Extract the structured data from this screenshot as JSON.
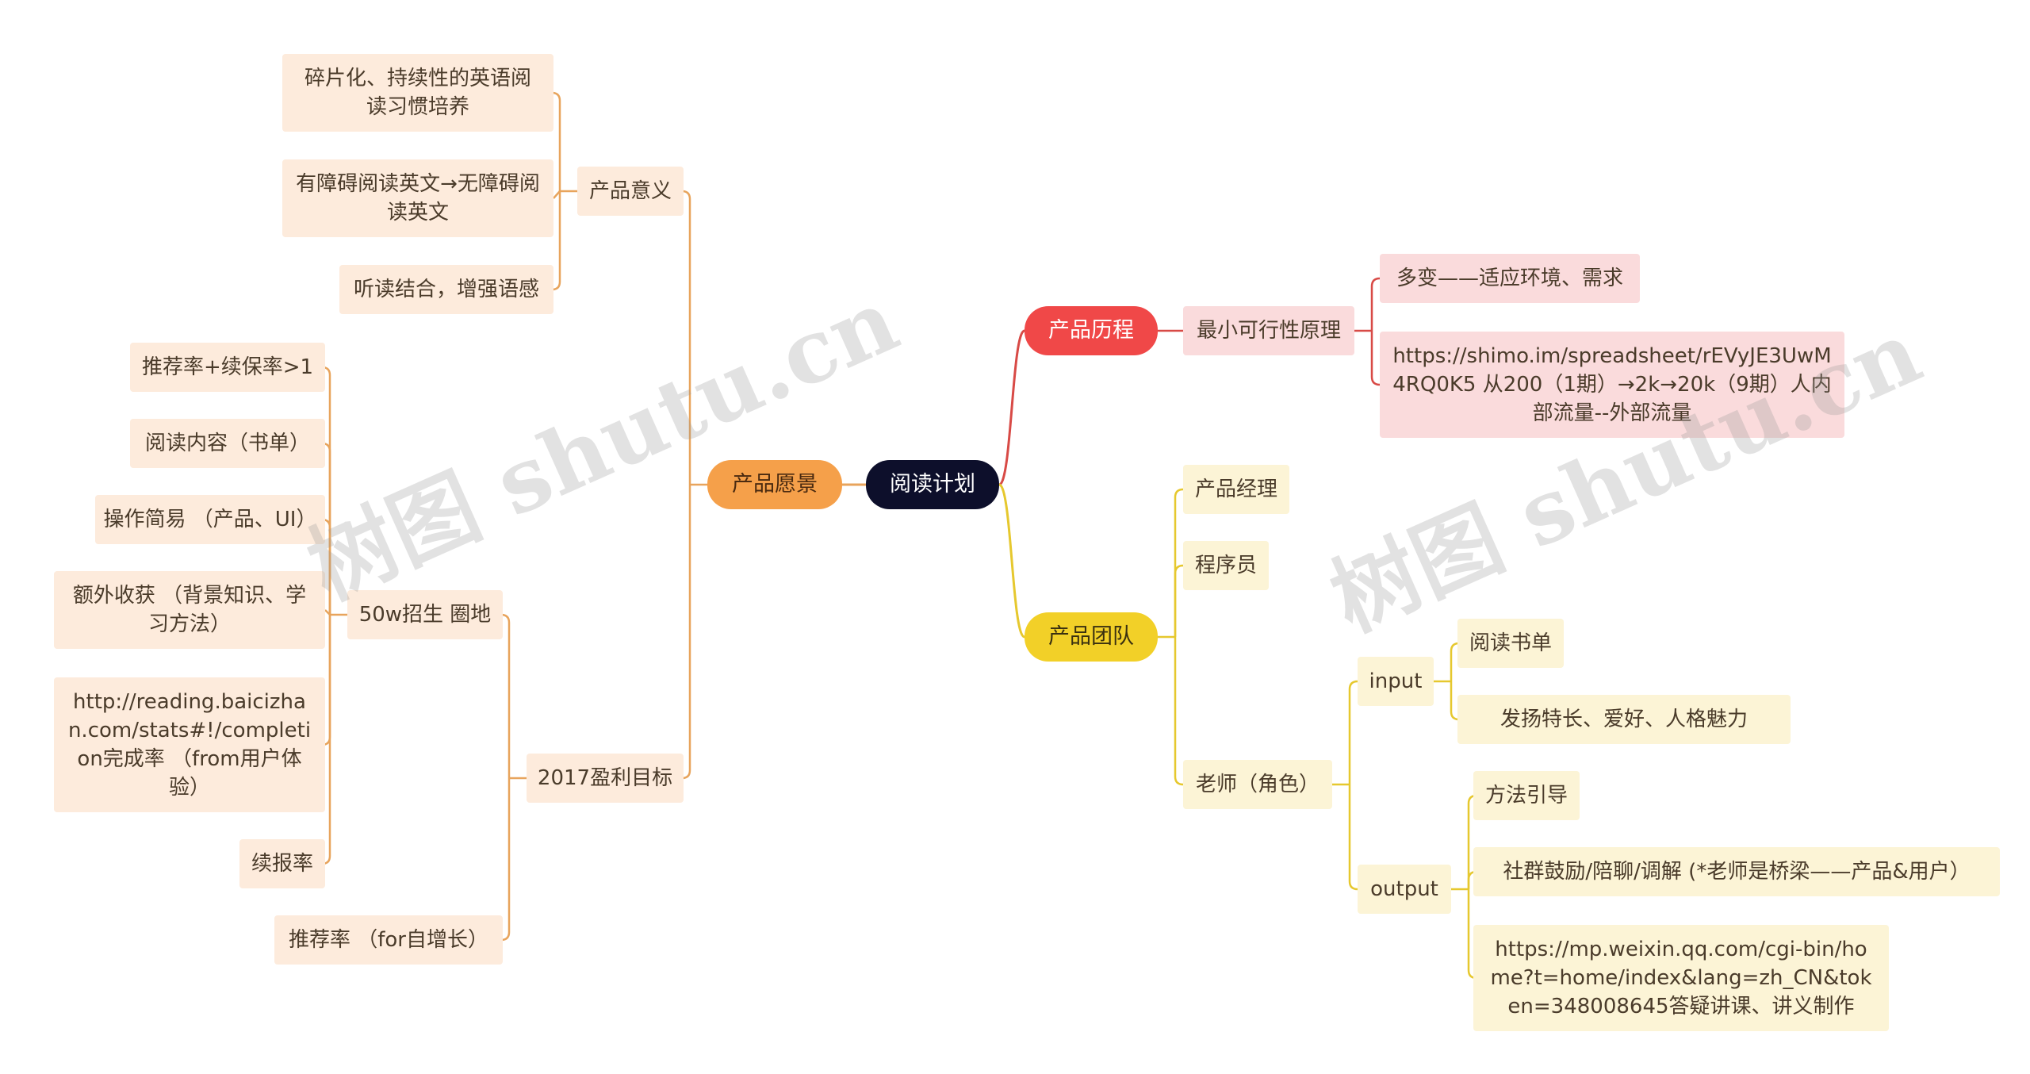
{
  "root": {
    "label": "阅读计划"
  },
  "branches": {
    "vision": {
      "label": "产品愿景",
      "meaning": {
        "label": "产品意义",
        "items": [
          "碎片化、持续性的英语阅读习惯培养",
          "有障碍阅读英文→无障碍阅读英文",
          "听读结合，增强语感"
        ]
      },
      "profit": {
        "label": "2017盈利目标",
        "enroll": {
          "label": "50w招生 圈地",
          "items": [
            "推荐率+续保率>1",
            "阅读内容（书单）",
            "操作简易 （产品、UI）",
            "额外收获 （背景知识、学习方法）",
            "http://reading.baicizhan.com/stats#!/completion完成率 （from用户体验）",
            "续报率"
          ]
        },
        "recommend": "推荐率 （for自增长）"
      }
    },
    "history": {
      "label": "产品历程",
      "mvp": {
        "label": "最小可行性原理",
        "items": [
          "多变——适应环境、需求",
          "https://shimo.im/spreadsheet/rEVyJE3UwM4RQ0K5 从200（1期）→2k→20k（9期）人内部流量--外部流量"
        ]
      }
    },
    "team": {
      "label": "产品团队",
      "pm": "产品经理",
      "dev": "程序员",
      "teacher": {
        "label": "老师（角色）",
        "input": {
          "label": "input",
          "items": [
            "阅读书单",
            "发扬特长、爱好、人格魅力"
          ]
        },
        "output": {
          "label": "output",
          "items": [
            "方法引导",
            "社群鼓励/陪聊/调解 (*老师是桥梁——产品&用户）",
            "https://mp.weixin.qq.com/cgi-bin/home?t=home/index&lang=zh_CN&token=348008645答疑讲课、讲义制作"
          ]
        }
      }
    }
  },
  "watermark": "树图 shutu.cn",
  "colors": {
    "root": "#0d0f2b",
    "vision": "#f5a04a",
    "history": "#f04848",
    "team": "#f2d028",
    "peach": "#fdebdc",
    "pink": "#fadbdc",
    "cream": "#fcf4d6"
  }
}
